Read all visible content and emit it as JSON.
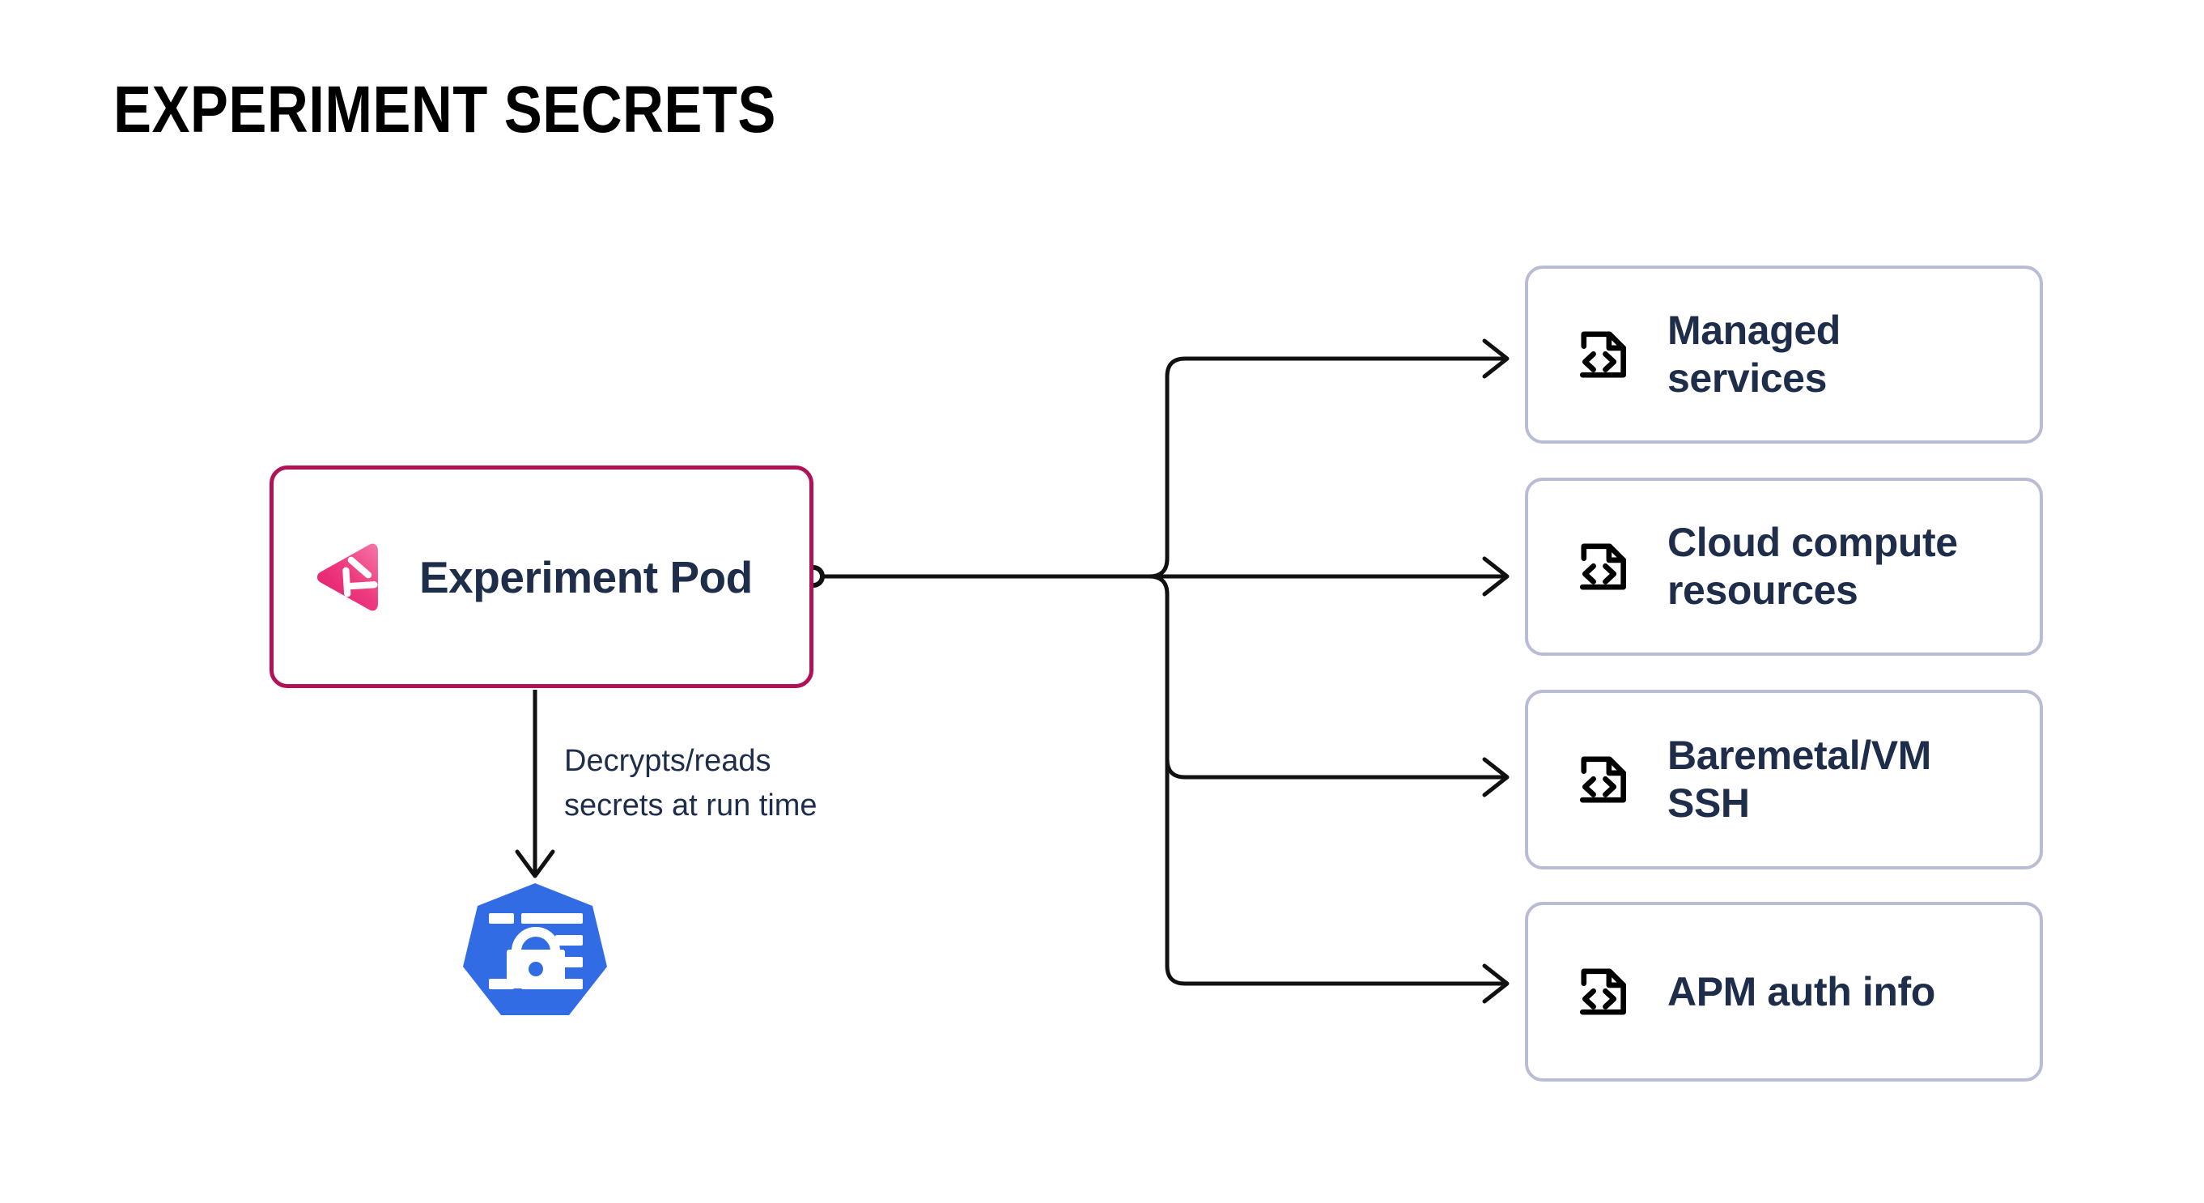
{
  "page": {
    "title": "EXPERIMENT SECRETS",
    "background": "#FFFFFF"
  },
  "colors": {
    "pod_border": "#B01255",
    "pod_logo_from": "#F06292",
    "pod_logo_to": "#E91E63",
    "card_border": "#B8BCD4",
    "text_navy": "#1E2D4A",
    "kubernetes_blue": "#326CE5",
    "connector": "#111111"
  },
  "source_node": {
    "label": "Experiment Pod",
    "icon": "gremlin-logo-icon",
    "port": "connection-dot"
  },
  "edge": {
    "label_line_1": "Decrypts/reads",
    "label_line_2": "secrets at run time",
    "arrow": "arrow-down-icon"
  },
  "secret_node": {
    "label": "secret",
    "icon": "kubernetes-secret-icon",
    "shape": "heptagon"
  },
  "targets": [
    {
      "label_line_1": "Managed",
      "label_line_2": "services",
      "icon": "file-code-icon"
    },
    {
      "label_line_1": "Cloud compute",
      "label_line_2": "resources",
      "icon": "file-code-icon"
    },
    {
      "label_line_1": "Baremetal/VM",
      "label_line_2": "SSH",
      "icon": "file-code-icon"
    },
    {
      "label_line_1": "APM auth info",
      "label_line_2": "",
      "icon": "file-code-icon"
    }
  ]
}
